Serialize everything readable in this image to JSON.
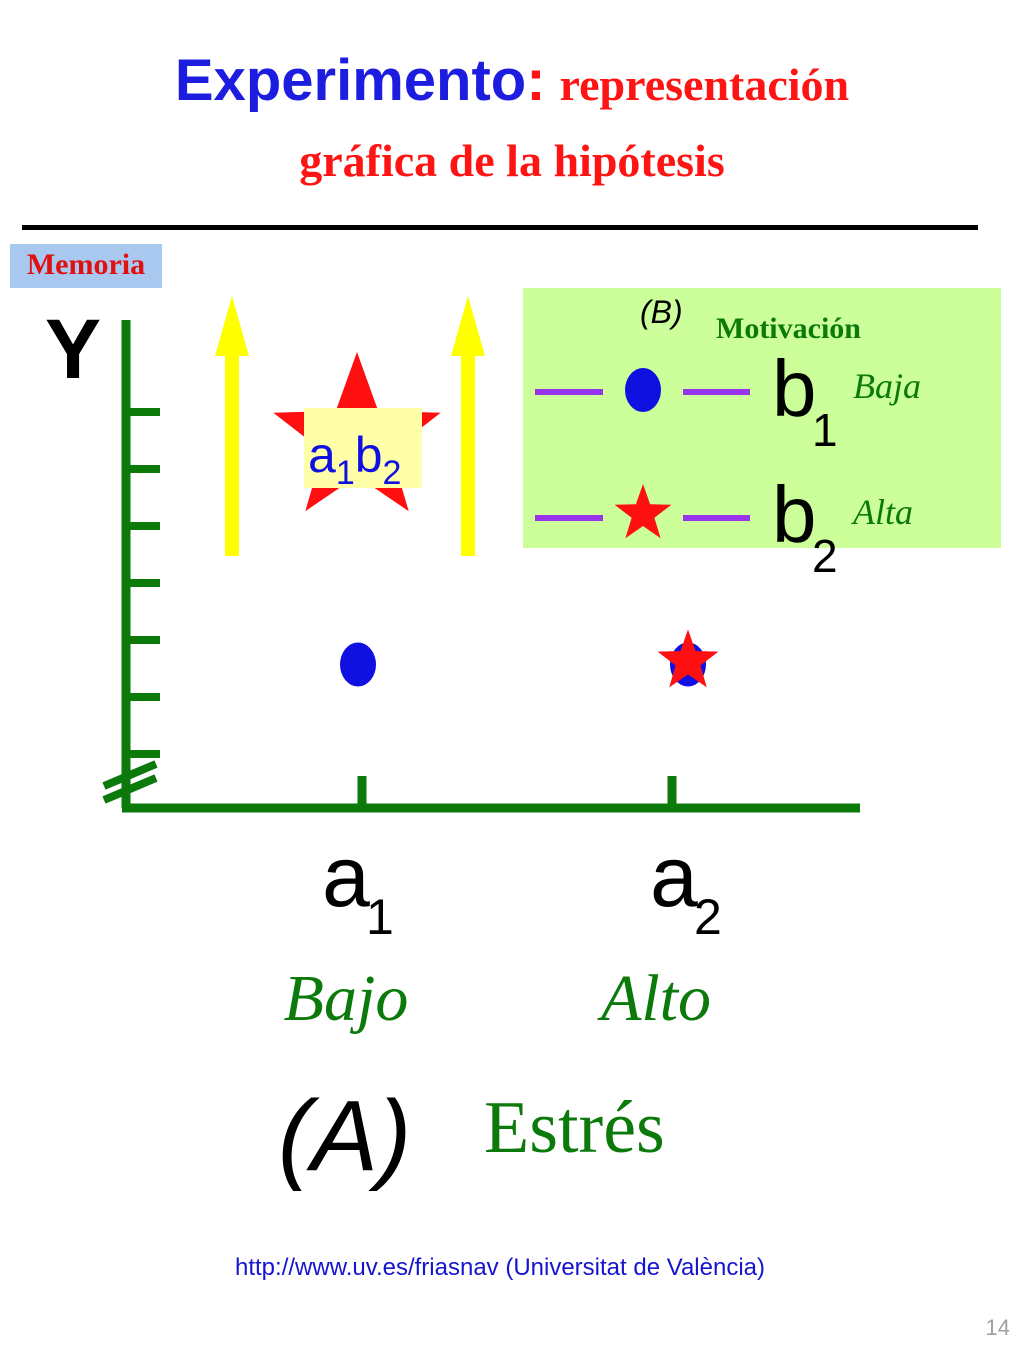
{
  "title": {
    "main": "Experimento",
    "colon": ":",
    "sub1": "representación",
    "sub2": "gráfica de la hipótesis"
  },
  "footer": {
    "url_text": "http://www.uv.es/friasnav (Universitat de València)"
  },
  "page_number": "14",
  "chart_data": {
    "type": "scatter",
    "ylabel_box": "Memoria",
    "y_symbol": "Y",
    "x_factor_letter": "(A)",
    "x_factor_name": "Estrés",
    "categories": [
      {
        "symbol": "a",
        "sub": "1",
        "label": "Bajo"
      },
      {
        "symbol": "a",
        "sub": "2",
        "label": "Alto"
      }
    ],
    "legend": {
      "factor_letter": "(B)",
      "factor_name": "Motivación",
      "items": [
        {
          "symbol": "b",
          "sub": "1",
          "level": "Baja",
          "marker": "circle",
          "color": "#1010e0"
        },
        {
          "symbol": "b",
          "sub": "2",
          "level": "Alta",
          "marker": "star",
          "color": "#ff1010"
        }
      ]
    },
    "series": [
      {
        "group": "b1",
        "values": [
          2,
          2
        ]
      },
      {
        "group": "b2",
        "values": [
          6,
          2
        ]
      }
    ],
    "highlight": {
      "text_a": "a",
      "sub_a": "1",
      "text_b": "b",
      "sub_b": "2",
      "category_index": 0
    },
    "ylim": [
      0,
      8
    ],
    "ticks": 7,
    "colors": {
      "axis": "#0b7a0b",
      "arrow": "#ffff00",
      "legend_bg": "#ccff99",
      "legend_line": "#9933ee",
      "highlight_box": "#ffffaa",
      "text_green": "#0b7a0b"
    }
  }
}
